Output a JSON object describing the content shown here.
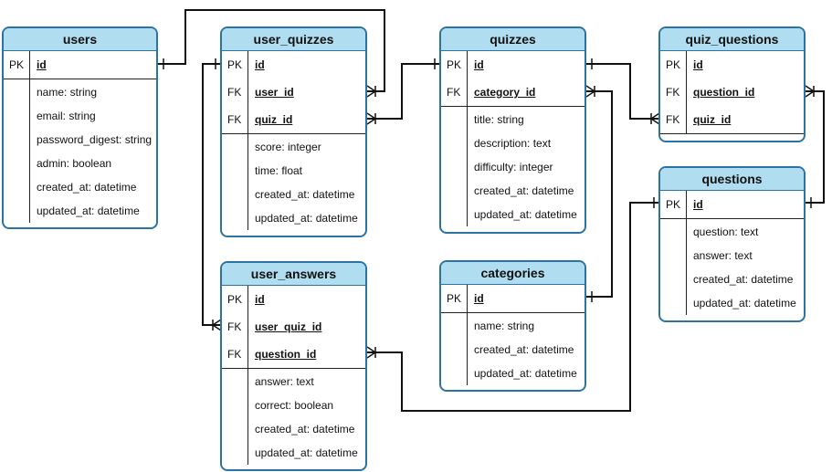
{
  "entities": {
    "users": {
      "name": "users",
      "keys": [
        {
          "type": "PK",
          "name": "id"
        }
      ],
      "fields": [
        "name: string",
        "email: string",
        "password_digest: string",
        "admin: boolean",
        "created_at: datetime",
        "updated_at: datetime"
      ]
    },
    "user_quizzes": {
      "name": "user_quizzes",
      "keys": [
        {
          "type": "PK",
          "name": "id"
        },
        {
          "type": "FK",
          "name": "user_id"
        },
        {
          "type": "FK",
          "name": "quiz_id"
        }
      ],
      "fields": [
        "score: integer",
        "time: float",
        "created_at: datetime",
        "updated_at: datetime"
      ]
    },
    "quizzes": {
      "name": "quizzes",
      "keys": [
        {
          "type": "PK",
          "name": "id"
        },
        {
          "type": "FK",
          "name": "category_id"
        }
      ],
      "fields": [
        "title: string",
        "description: text",
        "difficulty: integer",
        "created_at: datetime",
        "updated_at: datetime"
      ]
    },
    "quiz_questions": {
      "name": "quiz_questions",
      "keys": [
        {
          "type": "PK",
          "name": "id"
        },
        {
          "type": "FK",
          "name": "question_id"
        },
        {
          "type": "FK",
          "name": "quiz_id"
        }
      ],
      "fields": []
    },
    "questions": {
      "name": "questions",
      "keys": [
        {
          "type": "PK",
          "name": "id"
        }
      ],
      "fields": [
        "question: text",
        "answer: text",
        "created_at: datetime",
        "updated_at: datetime"
      ]
    },
    "user_answers": {
      "name": "user_answers",
      "keys": [
        {
          "type": "PK",
          "name": "id"
        },
        {
          "type": "FK",
          "name": "user_quiz_id"
        },
        {
          "type": "FK",
          "name": "question_id"
        }
      ],
      "fields": [
        "answer: text",
        "correct: boolean",
        "created_at: datetime",
        "updated_at: datetime"
      ]
    },
    "categories": {
      "name": "categories",
      "keys": [
        {
          "type": "PK",
          "name": "id"
        }
      ],
      "fields": [
        "name: string",
        "created_at: datetime",
        "updated_at: datetime"
      ]
    }
  },
  "relationships": [
    {
      "from": "users.id",
      "to": "user_quizzes.user_id",
      "from_end": "one",
      "to_end": "many"
    },
    {
      "from": "quizzes.id",
      "to": "user_quizzes.quiz_id",
      "from_end": "one",
      "to_end": "many"
    },
    {
      "from": "quizzes.id",
      "to": "quiz_questions.quiz_id",
      "from_end": "one",
      "to_end": "many"
    },
    {
      "from": "categories.id",
      "to": "quizzes.category_id",
      "from_end": "one",
      "to_end": "many"
    },
    {
      "from": "questions.id",
      "to": "quiz_questions.question_id",
      "from_end": "one",
      "to_end": "many"
    },
    {
      "from": "user_quizzes.id",
      "to": "user_answers.user_quiz_id",
      "from_end": "one",
      "to_end": "many"
    },
    {
      "from": "questions.id",
      "to": "user_answers.question_id",
      "from_end": "one",
      "to_end": "many"
    }
  ],
  "colors": {
    "header_fill": "#b0ddf0",
    "border": "#2b73a4",
    "line": "#111111"
  }
}
